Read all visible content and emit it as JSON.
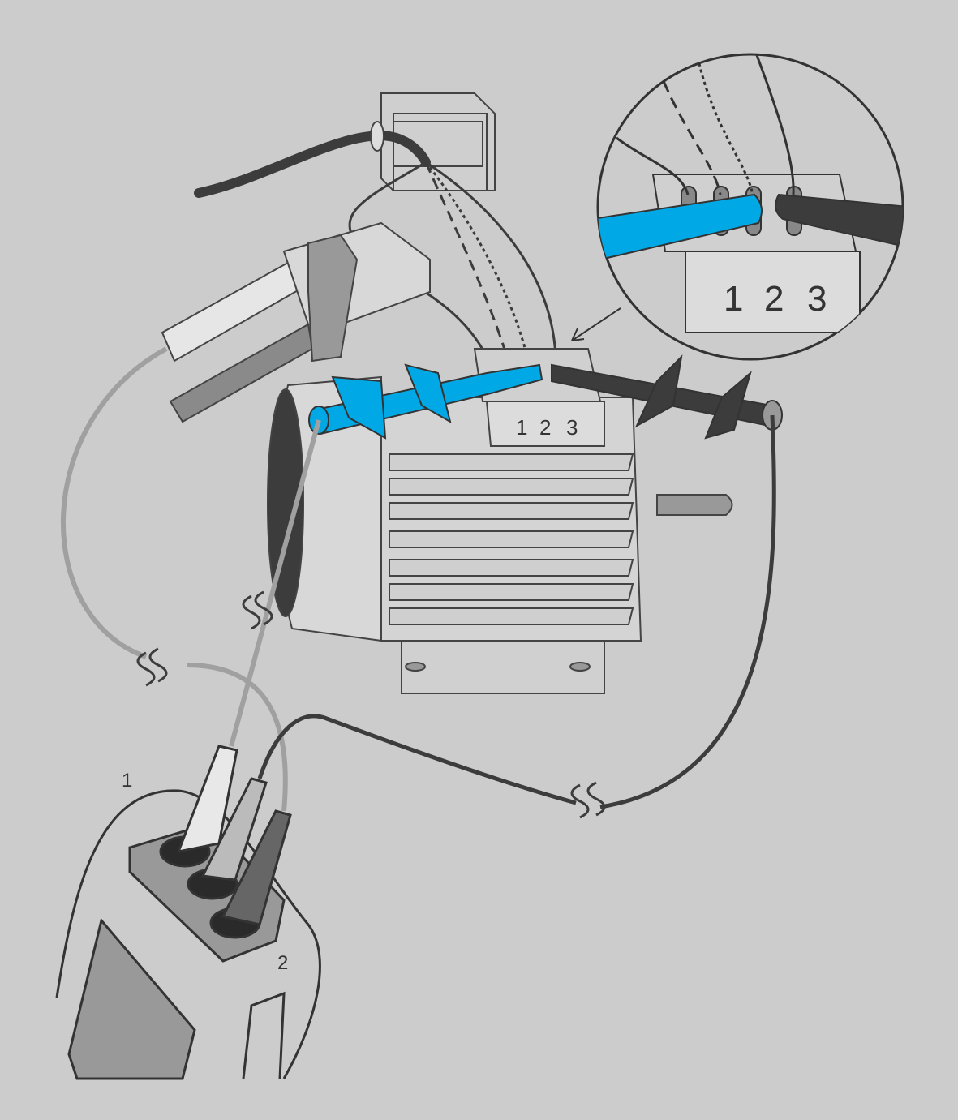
{
  "motor": {
    "terminal_labels": [
      "1",
      "2",
      "3"
    ]
  },
  "detail_view": {
    "terminal_labels": [
      "1",
      "2",
      "3"
    ]
  },
  "tester": {
    "socket_labels": {
      "first": "1",
      "second": "2"
    }
  },
  "colors": {
    "background": "#cccccc",
    "probe_blue": "#00a9e6",
    "dark": "#3c3c3c",
    "grey_lead": "#a0a0a0"
  }
}
